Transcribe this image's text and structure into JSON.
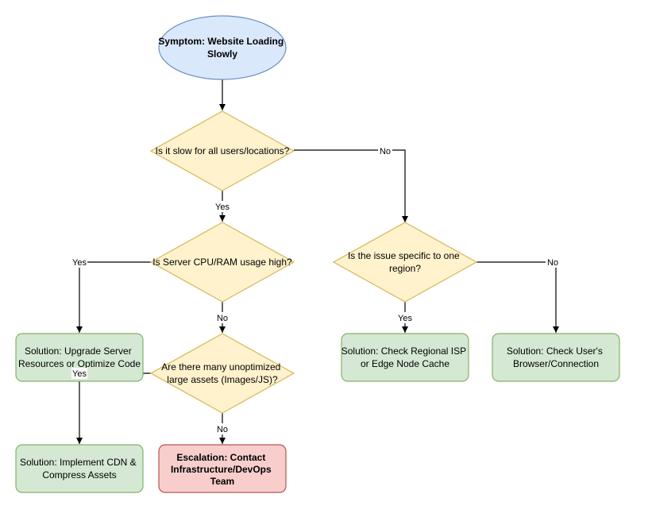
{
  "colors": {
    "start_fill": "#dae8fc",
    "start_stroke": "#6c8ebf",
    "decision_fill": "#fff2cc",
    "decision_stroke": "#d6b656",
    "solution_fill": "#d5e8d4",
    "solution_stroke": "#82b366",
    "escalation_fill": "#f8cecc",
    "escalation_stroke": "#b85450",
    "edge": "#000000"
  },
  "nodes": {
    "start": [
      "Symptom: Website Loading",
      "Slowly"
    ],
    "q_all_users": [
      "Is it slow for all users/locations?"
    ],
    "q_cpu": [
      "Is Server CPU/RAM usage high?"
    ],
    "q_region": [
      "Is the issue specific to one",
      "region?"
    ],
    "q_assets": [
      "Are there many unoptimized",
      "large assets (Images/JS)?"
    ],
    "sol_upgrade": [
      "Solution: Upgrade Server",
      "Resources or Optimize Code"
    ],
    "sol_regional": [
      "Solution: Check Regional ISP",
      "or Edge Node Cache"
    ],
    "sol_browser": [
      "Solution: Check User's",
      "Browser/Connection"
    ],
    "sol_cdn": [
      "Solution: Implement CDN &",
      "Compress Assets"
    ],
    "escalation": [
      "Escalation: Contact",
      "Infrastructure/DevOps",
      "Team"
    ]
  },
  "edge_labels": {
    "all_yes": "Yes",
    "all_no": "No",
    "cpu_yes": "Yes",
    "cpu_no": "No",
    "region_yes": "Yes",
    "region_no": "No",
    "assets_yes": "Yes",
    "assets_no": "No"
  }
}
